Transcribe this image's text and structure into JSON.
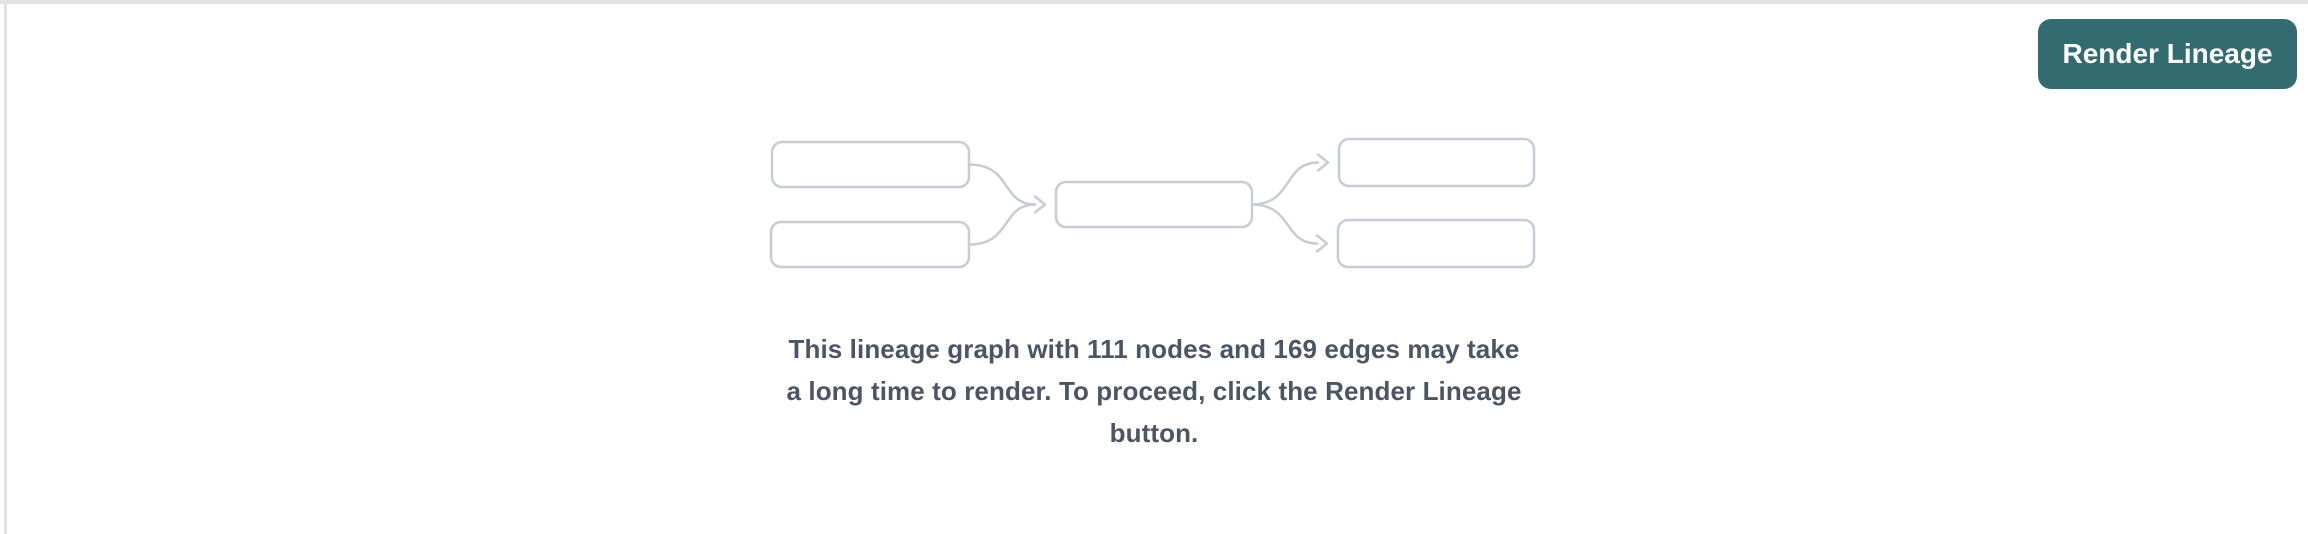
{
  "colors": {
    "page_bg": "#ffffff",
    "panel_border": "#e2e2e6",
    "button_bg": "#326b70",
    "button_text": "#ffffff",
    "node_border": "#c7ccd5",
    "edge_stroke": "#c7ccd5",
    "message_text": "#4b5564"
  },
  "toolbar": {
    "render_lineage_label": "Render Lineage"
  },
  "empty_state": {
    "node_count": 111,
    "edge_count": 169,
    "message": "This lineage graph with 111 nodes and 169 edges may take a long time to render. To proceed, click the Render Lineage button.",
    "lines": [
      "This lineage graph with 111 nodes and 169 edges may take",
      "a long time to render. To proceed, click the Render Lineage",
      "button."
    ]
  }
}
